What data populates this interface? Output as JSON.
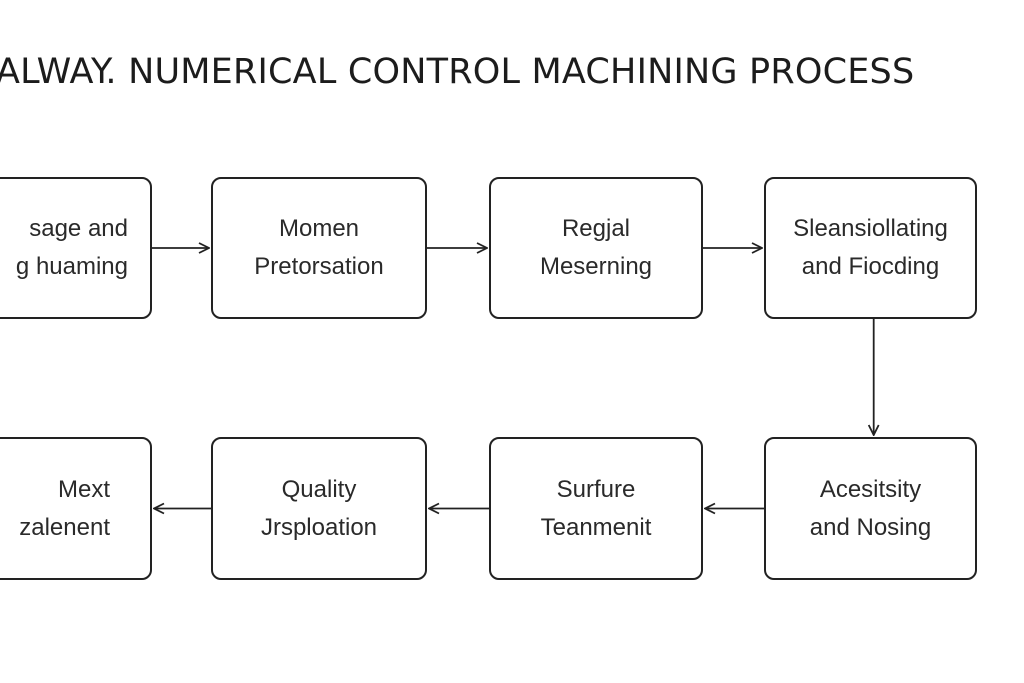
{
  "title": "ALWAY. NUMERICAL CONTROL MACHINING PROCESS",
  "rows": [
    {
      "nodes": [
        {
          "id": "n1",
          "lines": [
            "sage and",
            "g huaming"
          ]
        },
        {
          "id": "n2",
          "lines": [
            "Momen",
            "Pretorsation"
          ]
        },
        {
          "id": "n3",
          "lines": [
            "Regjal",
            "Meserning"
          ]
        },
        {
          "id": "n4",
          "lines": [
            "Sleansiollating",
            "and Fiocding"
          ]
        }
      ]
    },
    {
      "nodes": [
        {
          "id": "n5",
          "lines": [
            "Mext",
            "zalenent"
          ]
        },
        {
          "id": "n6",
          "lines": [
            "Quality",
            "Jrsploation"
          ]
        },
        {
          "id": "n7",
          "lines": [
            "Surfure",
            "Teanmenit"
          ]
        },
        {
          "id": "n8",
          "lines": [
            "Acesitsity",
            "and Nosing"
          ]
        }
      ]
    }
  ],
  "edges": [
    {
      "from": "n1",
      "to": "n2"
    },
    {
      "from": "n2",
      "to": "n3"
    },
    {
      "from": "n3",
      "to": "n4"
    },
    {
      "from": "n4",
      "to": "n8"
    },
    {
      "from": "n8",
      "to": "n7"
    },
    {
      "from": "n7",
      "to": "n6"
    },
    {
      "from": "n6",
      "to": "n5"
    }
  ]
}
